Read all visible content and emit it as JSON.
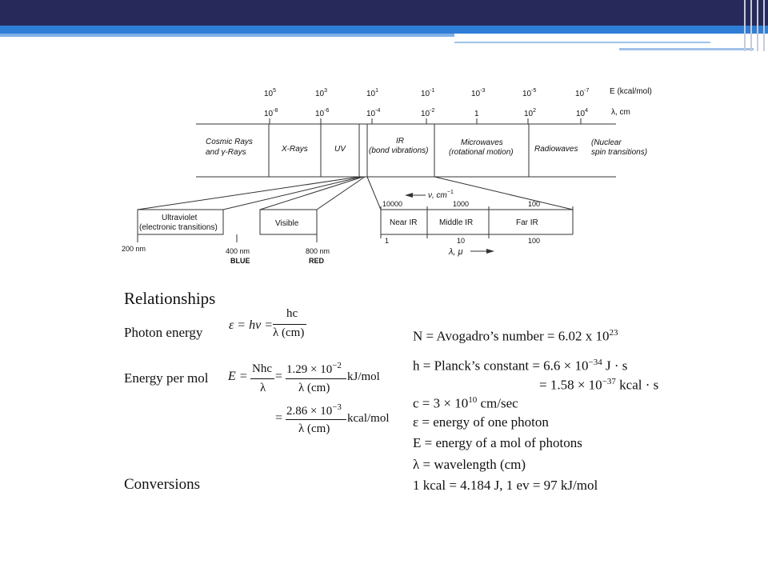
{
  "spectrum": {
    "energy_axis_label": "E (kcal/mol)",
    "wavelength_axis_label": "λ, cm",
    "energy_ticks": [
      {
        "base": "10",
        "exp": "5"
      },
      {
        "base": "10",
        "exp": "3"
      },
      {
        "base": "10",
        "exp": "1"
      },
      {
        "base": "10",
        "exp": "-1"
      },
      {
        "base": "10",
        "exp": "-3"
      },
      {
        "base": "10",
        "exp": "-5"
      },
      {
        "base": "10",
        "exp": "-7"
      }
    ],
    "wavelength_ticks": [
      {
        "base": "10",
        "exp": "-8"
      },
      {
        "base": "10",
        "exp": "-6"
      },
      {
        "base": "10",
        "exp": "-4"
      },
      {
        "base": "10",
        "exp": "-2"
      },
      {
        "base": "1",
        "exp": ""
      },
      {
        "base": "10",
        "exp": "2"
      },
      {
        "base": "10",
        "exp": "4"
      }
    ],
    "regions": {
      "cosmic": [
        "Cosmic Rays",
        "and γ-Rays"
      ],
      "xrays": "X-Rays",
      "uv": "UV",
      "ir": [
        "IR",
        "(bond vibrations)"
      ],
      "microwaves": [
        "Microwaves",
        "(rotational motion)"
      ],
      "radiowaves": "Radiowaves",
      "nuclear": [
        "(Nuclear",
        "spin transitions)"
      ]
    },
    "uv_box": [
      "Ultraviolet",
      "(electronic transitions)"
    ],
    "visible_box": "Visible",
    "nm_labels": {
      "n200": "200 nm",
      "n400": "400 nm",
      "blue": "BLUE",
      "n800": "800 nm",
      "red": "RED"
    },
    "ir_detail": {
      "wavenumber_label": "ν, cm",
      "wavenumber_exp": "−1",
      "wavenumber_ticks": [
        "10000",
        "1000",
        "100"
      ],
      "bands": [
        "Near IR",
        "Middle IR",
        "Far IR"
      ],
      "micron_ticks": [
        "1",
        "10",
        "100"
      ],
      "micron_label": "λ, μ"
    }
  },
  "relationships": {
    "heading": "Relationships",
    "photon_energy_label": "Photon energy",
    "photon_lhs": "ε = hν =",
    "photon_num": "hc",
    "photon_den": "λ (cm)",
    "energy_per_mol_label": "Energy per mol",
    "epm_lhs": "E =",
    "epm_num1": "Nhc",
    "epm_den1": "λ",
    "epm_eq2": "=",
    "epm_num2": "1.29 × 10",
    "epm_num2_exp": "−2",
    "epm_den2": "λ (cm)",
    "epm_unit2": "kJ/mol",
    "epm_eq3": "=",
    "epm_num3": "2.86 × 10",
    "epm_num3_exp": "−3",
    "epm_den3": "λ (cm)",
    "epm_unit3": "kcal/mol",
    "avogadro": "N = Avogadro’s number = 6.02 x 10",
    "avogadro_exp": "23",
    "planck_1": "h = Planck’s constant = 6.6 × 10",
    "planck_1_exp": "−34",
    "planck_1_unit": " J · s",
    "planck_2": "= 1.58 × 10",
    "planck_2_exp": "−37",
    "planck_2_unit": " kcal · s",
    "light_speed": "c = 3 × 10",
    "light_speed_exp": "10",
    "light_speed_unit": " cm/sec",
    "epsilon_def": "ε = energy of one photon",
    "e_def": "E = energy of a mol of photons",
    "lambda_def": "λ = wavelength (cm)",
    "conversions_label": "Conversions",
    "conversions": "1 kcal = 4.184 J, 1 ev = 97 kJ/mol"
  }
}
